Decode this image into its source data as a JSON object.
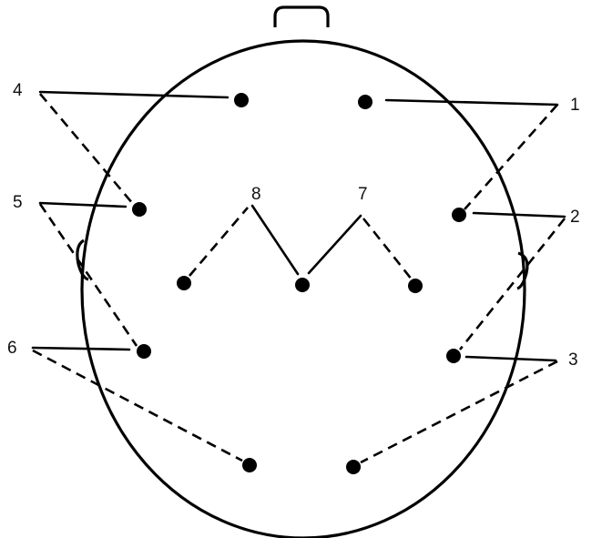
{
  "labels": {
    "n1": "1",
    "n2": "2",
    "n3": "3",
    "n4": "4",
    "n5": "5",
    "n6": "6",
    "n7": "7",
    "n8": "8"
  }
}
